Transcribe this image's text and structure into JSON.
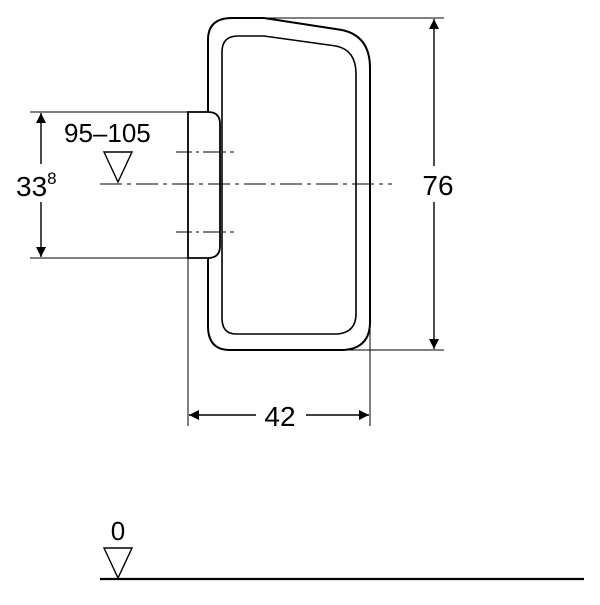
{
  "drawing": {
    "dimensions": {
      "height_total": "76",
      "depth": "42",
      "inlet_height_main": "33",
      "inlet_height_sup": "8",
      "mount_height_range": "95–105"
    },
    "floor_level": "0"
  },
  "colors": {
    "ink": "#000000",
    "paper": "#ffffff"
  }
}
